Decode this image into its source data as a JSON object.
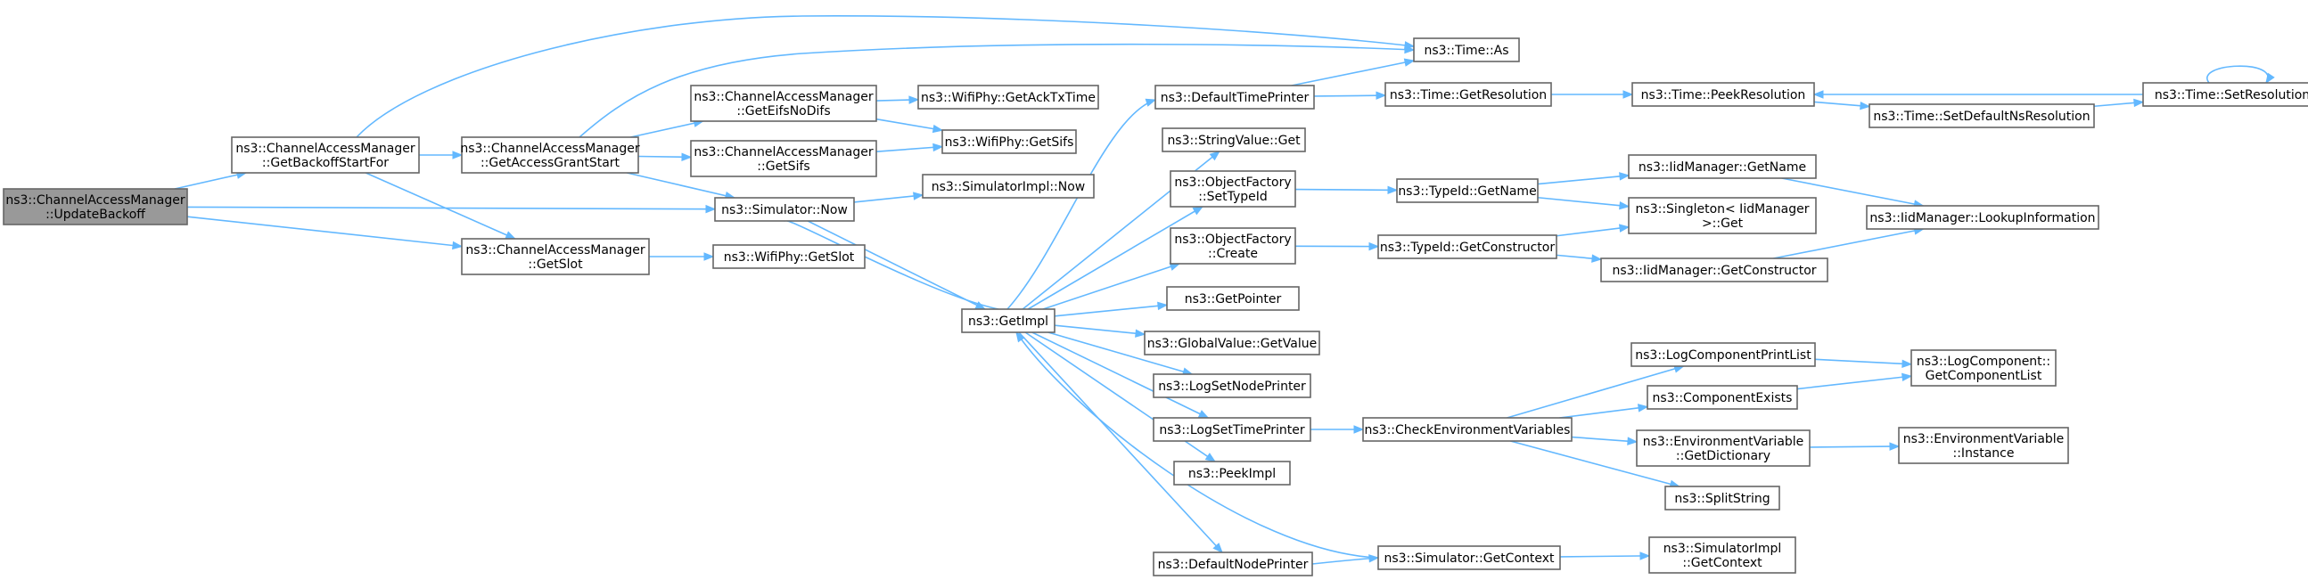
{
  "nodes": {
    "updateBackoff": {
      "lines": [
        "ns3::ChannelAccessManager",
        "::UpdateBackoff"
      ],
      "root": true
    },
    "getBackoffStartFor": {
      "lines": [
        "ns3::ChannelAccessManager",
        "::GetBackoffStartFor"
      ]
    },
    "getAccessGrantStart": {
      "lines": [
        "ns3::ChannelAccessManager",
        "::GetAccessGrantStart"
      ]
    },
    "getSlot": {
      "lines": [
        "ns3::ChannelAccessManager",
        "::GetSlot"
      ]
    },
    "getEifsNoDifs": {
      "lines": [
        "ns3::ChannelAccessManager",
        "::GetEifsNoDifs"
      ]
    },
    "camGetSifs": {
      "lines": [
        "ns3::ChannelAccessManager",
        "::GetSifs"
      ]
    },
    "simulatorNow": {
      "lines": [
        "ns3::Simulator::Now"
      ]
    },
    "wifiGetAckTxTime": {
      "lines": [
        "ns3::WifiPhy::GetAckTxTime"
      ]
    },
    "wifiGetSifs": {
      "lines": [
        "ns3::WifiPhy::GetSifs"
      ]
    },
    "simImplNow": {
      "lines": [
        "ns3::SimulatorImpl::Now"
      ]
    },
    "wifiGetSlot": {
      "lines": [
        "ns3::WifiPhy::GetSlot"
      ]
    },
    "getImpl": {
      "lines": [
        "ns3::GetImpl"
      ]
    },
    "defaultTimePrinter": {
      "lines": [
        "ns3::DefaultTimePrinter"
      ]
    },
    "stringValueGet": {
      "lines": [
        "ns3::StringValue::Get"
      ]
    },
    "objFactorySetTypeId": {
      "lines": [
        "ns3::ObjectFactory",
        "::SetTypeId"
      ]
    },
    "objFactoryCreate": {
      "lines": [
        "ns3::ObjectFactory",
        "::Create"
      ]
    },
    "getPointer": {
      "lines": [
        "ns3::GetPointer"
      ]
    },
    "globalValueGetValue": {
      "lines": [
        "ns3::GlobalValue::GetValue"
      ]
    },
    "logSetNodePrinter": {
      "lines": [
        "ns3::LogSetNodePrinter"
      ]
    },
    "logSetTimePrinter": {
      "lines": [
        "ns3::LogSetTimePrinter"
      ]
    },
    "peekImpl": {
      "lines": [
        "ns3::PeekImpl"
      ]
    },
    "defaultNodePrinter": {
      "lines": [
        "ns3::DefaultNodePrinter"
      ]
    },
    "timeAs": {
      "lines": [
        "ns3::Time::As"
      ]
    },
    "timeGetResolution": {
      "lines": [
        "ns3::Time::GetResolution"
      ]
    },
    "typeIdGetName": {
      "lines": [
        "ns3::TypeId::GetName"
      ]
    },
    "typeIdGetConstructor": {
      "lines": [
        "ns3::TypeId::GetConstructor"
      ]
    },
    "checkEnvVars": {
      "lines": [
        "ns3::CheckEnvironmentVariables"
      ]
    },
    "simulatorGetContext": {
      "lines": [
        "ns3::Simulator::GetContext"
      ]
    },
    "timePeekResolution": {
      "lines": [
        "ns3::Time::PeekResolution"
      ]
    },
    "timeSetDefaultNsResolution": {
      "lines": [
        "ns3::Time::SetDefaultNsResolution"
      ]
    },
    "timeSetResolution": {
      "lines": [
        "ns3::Time::SetResolution"
      ]
    },
    "iidGetName": {
      "lines": [
        "ns3::IidManager::GetName"
      ]
    },
    "singletonGet": {
      "lines": [
        "ns3::Singleton< IidManager",
        " >::Get"
      ]
    },
    "iidGetConstructor": {
      "lines": [
        "ns3::IidManager::GetConstructor"
      ]
    },
    "iidLookupInformation": {
      "lines": [
        "ns3::IidManager::LookupInformation"
      ]
    },
    "logComponentPrintList": {
      "lines": [
        "ns3::LogComponentPrintList"
      ]
    },
    "componentExists": {
      "lines": [
        "ns3::ComponentExists"
      ]
    },
    "envGetDictionary": {
      "lines": [
        "ns3::EnvironmentVariable",
        "::GetDictionary"
      ]
    },
    "splitString": {
      "lines": [
        "ns3::SplitString"
      ]
    },
    "simImplGetContext": {
      "lines": [
        "ns3::SimulatorImpl",
        "::GetContext"
      ]
    },
    "logComponentGetList": {
      "lines": [
        "ns3::LogComponent::",
        "GetComponentList"
      ]
    },
    "envInstance": {
      "lines": [
        "ns3::EnvironmentVariable",
        "::Instance"
      ]
    }
  },
  "edges": [
    [
      "updateBackoff",
      "getBackoffStartFor"
    ],
    [
      "updateBackoff",
      "simulatorNow"
    ],
    [
      "updateBackoff",
      "getSlot"
    ],
    [
      "getBackoffStartFor",
      "getAccessGrantStart"
    ],
    [
      "getBackoffStartFor",
      "timeAs"
    ],
    [
      "getBackoffStartFor",
      "getSlot"
    ],
    [
      "getAccessGrantStart",
      "getEifsNoDifs"
    ],
    [
      "getAccessGrantStart",
      "camGetSifs"
    ],
    [
      "getAccessGrantStart",
      "simulatorNow"
    ],
    [
      "getAccessGrantStart",
      "timeAs"
    ],
    [
      "getEifsNoDifs",
      "wifiGetAckTxTime"
    ],
    [
      "getEifsNoDifs",
      "wifiGetSifs"
    ],
    [
      "camGetSifs",
      "wifiGetSifs"
    ],
    [
      "getSlot",
      "wifiGetSlot"
    ],
    [
      "simulatorNow",
      "simImplNow"
    ],
    [
      "simulatorNow",
      "getImpl"
    ],
    [
      "getImpl",
      "defaultTimePrinter"
    ],
    [
      "getImpl",
      "stringValueGet"
    ],
    [
      "getImpl",
      "objFactorySetTypeId"
    ],
    [
      "getImpl",
      "objFactoryCreate"
    ],
    [
      "getImpl",
      "getPointer"
    ],
    [
      "getImpl",
      "globalValueGetValue"
    ],
    [
      "getImpl",
      "logSetNodePrinter"
    ],
    [
      "getImpl",
      "logSetTimePrinter"
    ],
    [
      "getImpl",
      "peekImpl"
    ],
    [
      "getImpl",
      "defaultNodePrinter"
    ],
    [
      "getImpl",
      "simulatorNow"
    ],
    [
      "defaultTimePrinter",
      "timeAs"
    ],
    [
      "defaultTimePrinter",
      "timeGetResolution"
    ],
    [
      "timeGetResolution",
      "timePeekResolution"
    ],
    [
      "timePeekResolution",
      "timeSetDefaultNsResolution"
    ],
    [
      "timeSetDefaultNsResolution",
      "timeSetResolution"
    ],
    [
      "timeSetResolution",
      "timePeekResolution"
    ],
    [
      "timeSetResolution",
      "timeSetResolution"
    ],
    [
      "objFactorySetTypeId",
      "typeIdGetName"
    ],
    [
      "typeIdGetName",
      "iidGetName"
    ],
    [
      "typeIdGetName",
      "singletonGet"
    ],
    [
      "iidGetName",
      "iidLookupInformation"
    ],
    [
      "objFactoryCreate",
      "typeIdGetConstructor"
    ],
    [
      "typeIdGetConstructor",
      "singletonGet"
    ],
    [
      "typeIdGetConstructor",
      "iidGetConstructor"
    ],
    [
      "iidGetConstructor",
      "iidLookupInformation"
    ],
    [
      "logSetTimePrinter",
      "checkEnvVars"
    ],
    [
      "checkEnvVars",
      "logComponentPrintList"
    ],
    [
      "checkEnvVars",
      "componentExists"
    ],
    [
      "checkEnvVars",
      "envGetDictionary"
    ],
    [
      "checkEnvVars",
      "splitString"
    ],
    [
      "logComponentPrintList",
      "logComponentGetList"
    ],
    [
      "componentExists",
      "logComponentGetList"
    ],
    [
      "envGetDictionary",
      "envInstance"
    ],
    [
      "defaultNodePrinter",
      "simulatorGetContext"
    ],
    [
      "simulatorGetContext",
      "simImplGetContext"
    ],
    [
      "simulatorGetContext",
      "getImpl"
    ]
  ],
  "colors": {
    "edge": "#63b8ff",
    "node_border": "#666666",
    "root_fill": "#999999"
  }
}
